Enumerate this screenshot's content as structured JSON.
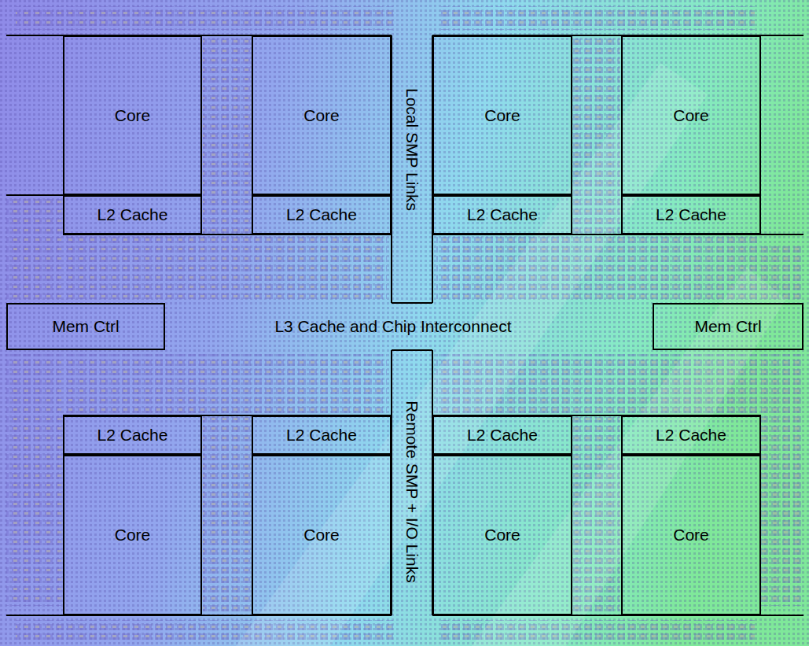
{
  "diagram": {
    "nodes": [
      {
        "text": [
          "Core"
        ]
      },
      {
        "text": [
          "Core"
        ]
      },
      {
        "text": [
          "Core"
        ]
      },
      {
        "text": [
          "Core"
        ]
      },
      {
        "text": [
          "L2 Cache"
        ]
      },
      {
        "text": [
          "L2 Cache"
        ]
      },
      {
        "text": [
          "L2 Cache"
        ]
      },
      {
        "text": [
          "L2 Cache"
        ]
      },
      {
        "text": [
          "Mem Ctrl"
        ]
      },
      {
        "text": [
          "Mem Ctrl"
        ]
      },
      {
        "text": [
          "L2 Cache"
        ]
      },
      {
        "text": [
          "L2 Cache"
        ]
      },
      {
        "text": [
          "L2 Cache"
        ]
      },
      {
        "text": [
          "L2 Cache"
        ]
      },
      {
        "text": [
          "Core"
        ]
      },
      {
        "text": [
          "Core"
        ]
      },
      {
        "text": [
          "Core"
        ]
      },
      {
        "text": [
          "Core"
        ]
      }
    ],
    "labels": [
      "Local SMP Links",
      "L3 Cache and Chip Interconnect",
      "Remote SMP + I/O Links"
    ]
  }
}
